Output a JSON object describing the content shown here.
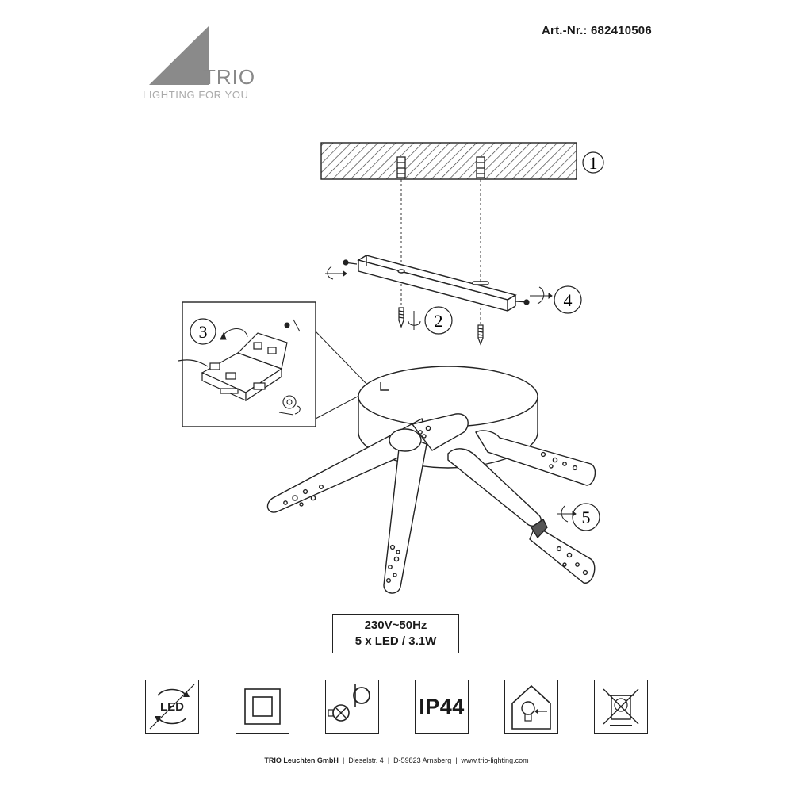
{
  "header": {
    "article_number": "Art.-Nr.: 682410506"
  },
  "logo": {
    "brand": "TRIO",
    "tagline": "LIGHTING FOR YOU"
  },
  "steps": [
    "1",
    "2",
    "3",
    "4",
    "5"
  ],
  "specs": {
    "line1": "230V~50Hz",
    "line2": "5 x LED / 3.1W"
  },
  "symbols": [
    {
      "name": "led-replaceable-icon",
      "label": "LED"
    },
    {
      "name": "protection-class-icon",
      "label": ""
    },
    {
      "name": "no-dimmer-icon",
      "label": ""
    },
    {
      "name": "ip-rating-icon",
      "label": "IP44"
    },
    {
      "name": "indoor-use-icon",
      "label": ""
    },
    {
      "name": "no-household-waste-icon",
      "label": ""
    }
  ],
  "footer": {
    "company": "TRIO Leuchten GmbH",
    "street": "Dieselstr. 4",
    "city": "D-59823 Arnsberg",
    "web": "www.trio-lighting.com"
  }
}
